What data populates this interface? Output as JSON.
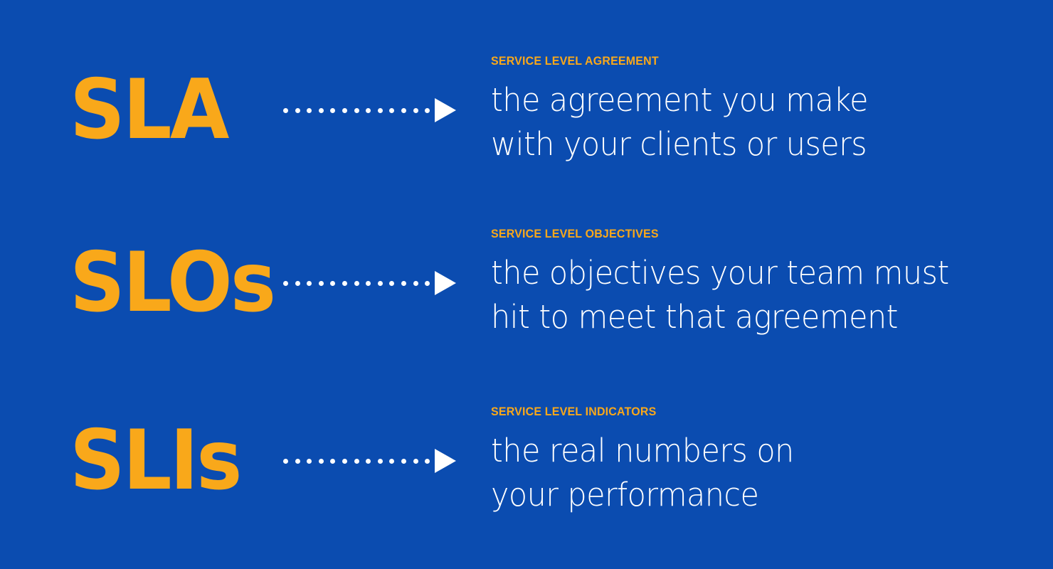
{
  "theme": {
    "background_color": "#0B4CB0",
    "accent_color": "#F9A81A",
    "text_color": "#FFFFFF"
  },
  "arrow": {
    "dot_count": 13,
    "dot_color": "#FFFFFF",
    "head_color": "#FFFFFF"
  },
  "rows": [
    {
      "acronym": "SLA",
      "eyebrow": "SERVICE LEVEL AGREEMENT",
      "lines": [
        "the agreement you make",
        "with your clients or users"
      ]
    },
    {
      "acronym": "SLOs",
      "eyebrow": "SERVICE LEVEL OBJECTIVES",
      "lines": [
        "the objectives your team must",
        "hit to meet that agreement"
      ]
    },
    {
      "acronym": "SLIs",
      "eyebrow": "SERVICE LEVEL INDICATORS",
      "lines": [
        "the real numbers on",
        "your performance"
      ]
    }
  ]
}
